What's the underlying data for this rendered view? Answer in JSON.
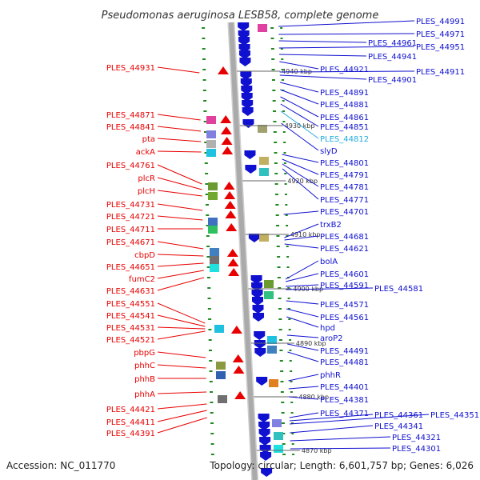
{
  "title": "Pseudomonas aeruginosa LESB58, complete genome",
  "footer": {
    "accession": "Accession: NC_011770",
    "summary": "Topology: circular; Length: 6,601,757 bp; Genes: 6,026"
  },
  "colors": {
    "forward": "#e80000",
    "reverse": "#1010d0",
    "highlight": "#22aadd",
    "backbone": "#aaaaaa",
    "ruler": "#228822"
  },
  "kbp_marks": [
    "4940 kbp",
    "4930 kbp",
    "4920 kbp",
    "4910 kbp",
    "4900 kbp",
    "4890 kbp",
    "4880 kbp",
    "4870 kbp"
  ],
  "left_labels": [
    "PLES_44931",
    "PLES_44871",
    "PLES_44841",
    "pta",
    "ackA",
    "PLES_44761",
    "plcR",
    "plcH",
    "PLES_44731",
    "PLES_44721",
    "PLES_44711",
    "PLES_44671",
    "cbpD",
    "PLES_44651",
    "fumC2",
    "PLES_44631",
    "PLES_44551",
    "PLES_44541",
    "PLES_44531",
    "PLES_44521",
    "pbpG",
    "phhC",
    "phhB",
    "phhA",
    "PLES_44421",
    "PLES_44411",
    "PLES_44391"
  ],
  "right_labels": [
    "PLES_44991",
    "PLES_44971",
    "PLES_44961",
    "PLES_44951",
    "PLES_44941",
    "PLES_44921",
    "PLES_44911",
    "PLES_44901",
    "PLES_44891",
    "PLES_44881",
    "PLES_44861",
    "PLES_44851",
    "PLES_44812",
    "slyD",
    "PLES_44801",
    "PLES_44791",
    "PLES_44781",
    "PLES_44771",
    "PLES_44701",
    "trxB2",
    "PLES_44681",
    "PLES_44621",
    "bolA",
    "PLES_44601",
    "PLES_44591",
    "PLES_44581",
    "PLES_44571",
    "PLES_44561",
    "hpd",
    "aroP2",
    "PLES_44491",
    "PLES_44481",
    "phhR",
    "PLES_44401",
    "PLES_44381",
    "PLES_44371",
    "PLES_44361",
    "PLES_44351",
    "PLES_44341",
    "PLES_44321",
    "PLES_44301"
  ]
}
